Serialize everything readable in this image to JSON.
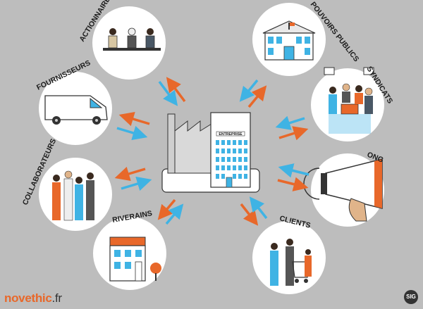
{
  "brand": {
    "part1": "no",
    "part2": "vethic",
    "part3": ".fr"
  },
  "corner_mark": "SIG",
  "center": {
    "label": "ENTREPRISE"
  },
  "stakeholders": [
    {
      "id": "actionnaires",
      "label": "ACTIONNAIRES"
    },
    {
      "id": "pouvoirs",
      "label": "POUVOIRS PUBLICS"
    },
    {
      "id": "fournisseurs",
      "label": "FOURNISSEURS"
    },
    {
      "id": "syndicats",
      "label": "SYNDICATS"
    },
    {
      "id": "collaborateurs",
      "label": "COLLABORATEURS"
    },
    {
      "id": "ong",
      "label": "ONG"
    },
    {
      "id": "riverains",
      "label": "RIVERAINS"
    },
    {
      "id": "clients",
      "label": "CLIENTS"
    }
  ],
  "colors": {
    "orange": "#e8682a",
    "blue": "#3fb3e4",
    "background": "#bdbdbd",
    "ink": "#1b1b1b"
  }
}
